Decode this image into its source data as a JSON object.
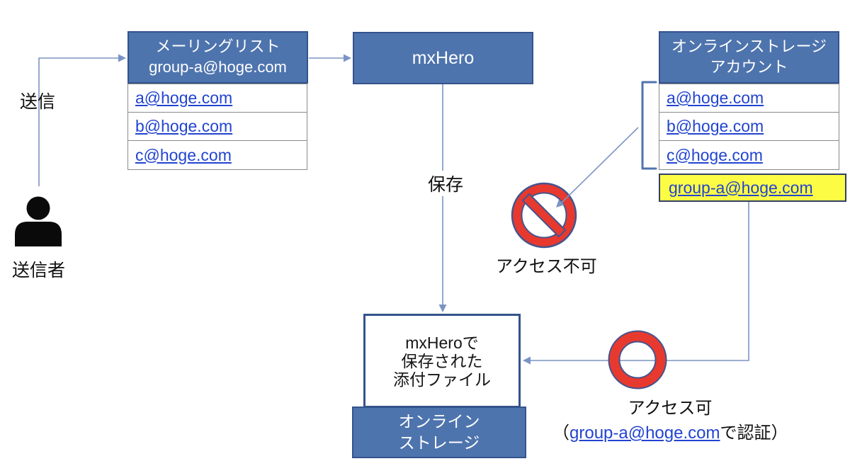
{
  "diagram": {
    "sender": {
      "action_label": "送信",
      "name_label": "送信者"
    },
    "mailing_list": {
      "title": "メーリングリスト",
      "address": "group-a@hoge.com",
      "members": [
        "a@hoge.com",
        "b@hoge.com",
        "c@hoge.com"
      ]
    },
    "mxhero": {
      "label": "mxHero"
    },
    "save_label": "保存",
    "storage_accounts": {
      "title_line1": "オンラインストレージ",
      "title_line2": "アカウント",
      "accounts": [
        "a@hoge.com",
        "b@hoge.com",
        "c@hoge.com"
      ],
      "highlighted_account": "group-a@hoge.com"
    },
    "saved_attachments_box": {
      "line1": "mxHeroで",
      "line2": "保存された",
      "line3": "添付ファイル"
    },
    "online_storage_box": {
      "line1": "オンライン",
      "line2": "ストレージ"
    },
    "no_access_label": "アクセス不可",
    "access_ok_label": "アクセス可",
    "access_ok_note": {
      "open_paren": "（",
      "link": "group-a@hoge.com",
      "suffix": "で認証）"
    }
  },
  "colors": {
    "node_fill": "#4E74AE",
    "node_border": "#33538C",
    "connector": "#7B93C4",
    "hyperlink": "#2244D0",
    "highlight_fill": "#FCFC45",
    "highlight_border": "#323F66",
    "prohibit_red": "#E8392F",
    "icon_outline": "#44548E",
    "table_border": "#8A8A8A",
    "text_black": "#0F0F0F"
  }
}
